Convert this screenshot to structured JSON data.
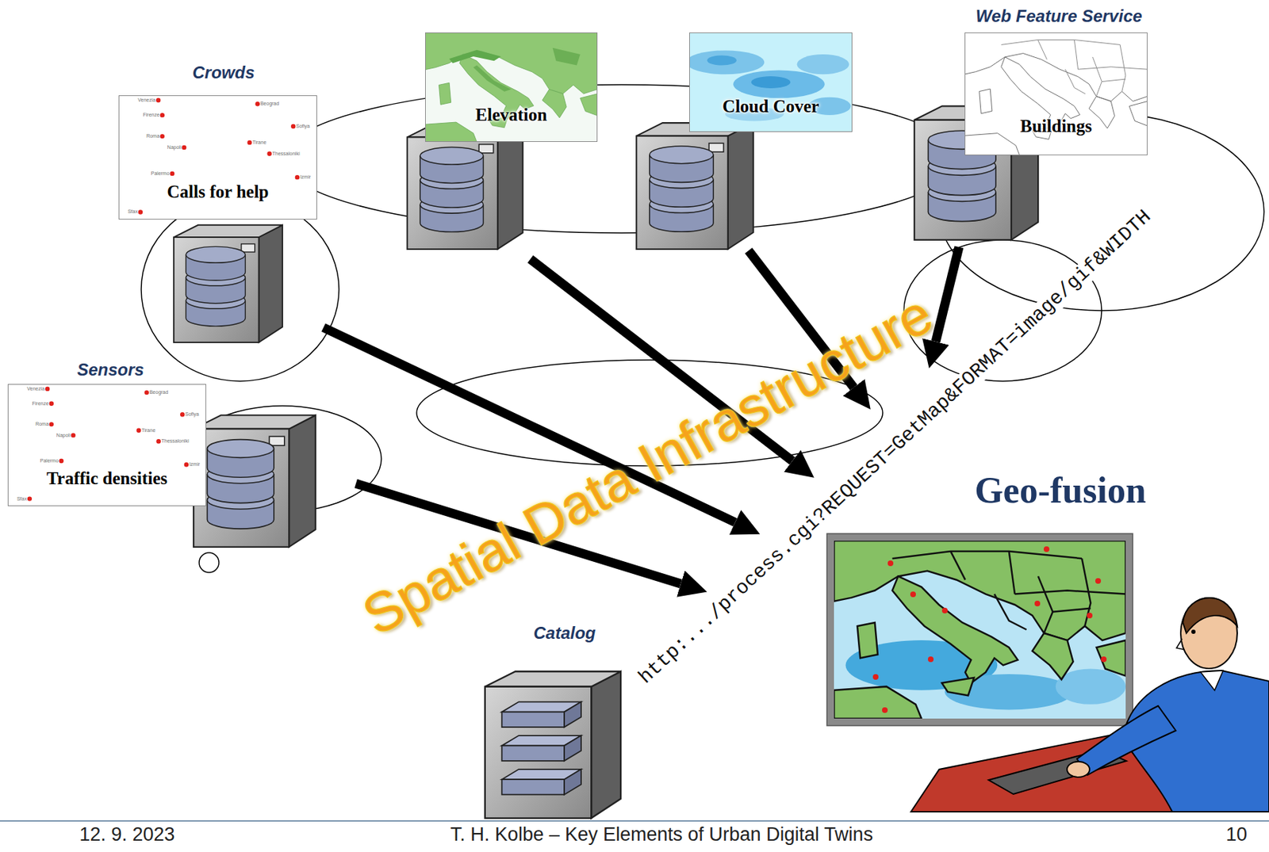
{
  "diagram": {
    "nodes": [
      {
        "text": [
          "Crowds",
          "Calls for help"
        ]
      },
      {
        "text": [
          "Elevation"
        ]
      },
      {
        "text": [
          "Cloud Cover"
        ]
      },
      {
        "text": [
          "Web Feature Service",
          "Buildings"
        ]
      },
      {
        "text": [
          "Sensors",
          "Traffic densities"
        ]
      },
      {
        "text": [
          "Catalog"
        ]
      },
      {
        "text": [
          "Geo-fusion"
        ]
      }
    ],
    "labels": [
      "Venezia",
      "Beograd",
      "Firenze",
      "Sofiya",
      "Roma",
      "Tirane",
      "Napoli",
      "Thessaloniki",
      "Palermo",
      "Izmir",
      "Sfax",
      "Venezia",
      "Beograd",
      "Firenze",
      "Sofiya",
      "Roma",
      "Tirane",
      "Napoli",
      "Thessaloniki",
      "Palermo",
      "Izmir",
      "Sfax",
      "Spatial Data Infrastructure",
      "http:.../process.cgi?REQUEST=GetMap&FORMAT=image/gif&WIDTH",
      "12. 9. 2023",
      "T. H. Kolbe – Key Elements of Urban Digital Twins",
      "10"
    ]
  }
}
